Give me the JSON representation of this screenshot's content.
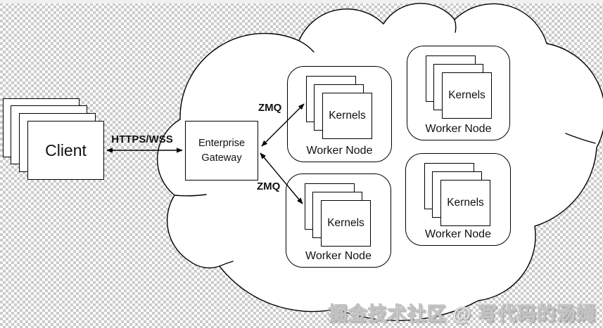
{
  "diagram": {
    "client": {
      "label": "Client"
    },
    "gateway": {
      "line1": "Enterprise",
      "line2": "Gateway"
    },
    "links": {
      "client_gateway_label": "HTTPS/WSS",
      "zmq_top_label": "ZMQ",
      "zmq_bottom_label": "ZMQ"
    },
    "worker_nodes": [
      {
        "label": "Worker Node",
        "kernels": "Kernels"
      },
      {
        "label": "Worker Node",
        "kernels": "Kernels"
      },
      {
        "label": "Worker Node",
        "kernels": "Kernels"
      },
      {
        "label": "Worker Node",
        "kernels": "Kernels"
      }
    ],
    "watermark": "掘金技术社区 @ 写代码的汤姆",
    "colors": {
      "line": "#000000",
      "shape_fill": "#ffffff",
      "checker_gray": "#cbcbcb",
      "checker_white": "#ffffff"
    }
  }
}
